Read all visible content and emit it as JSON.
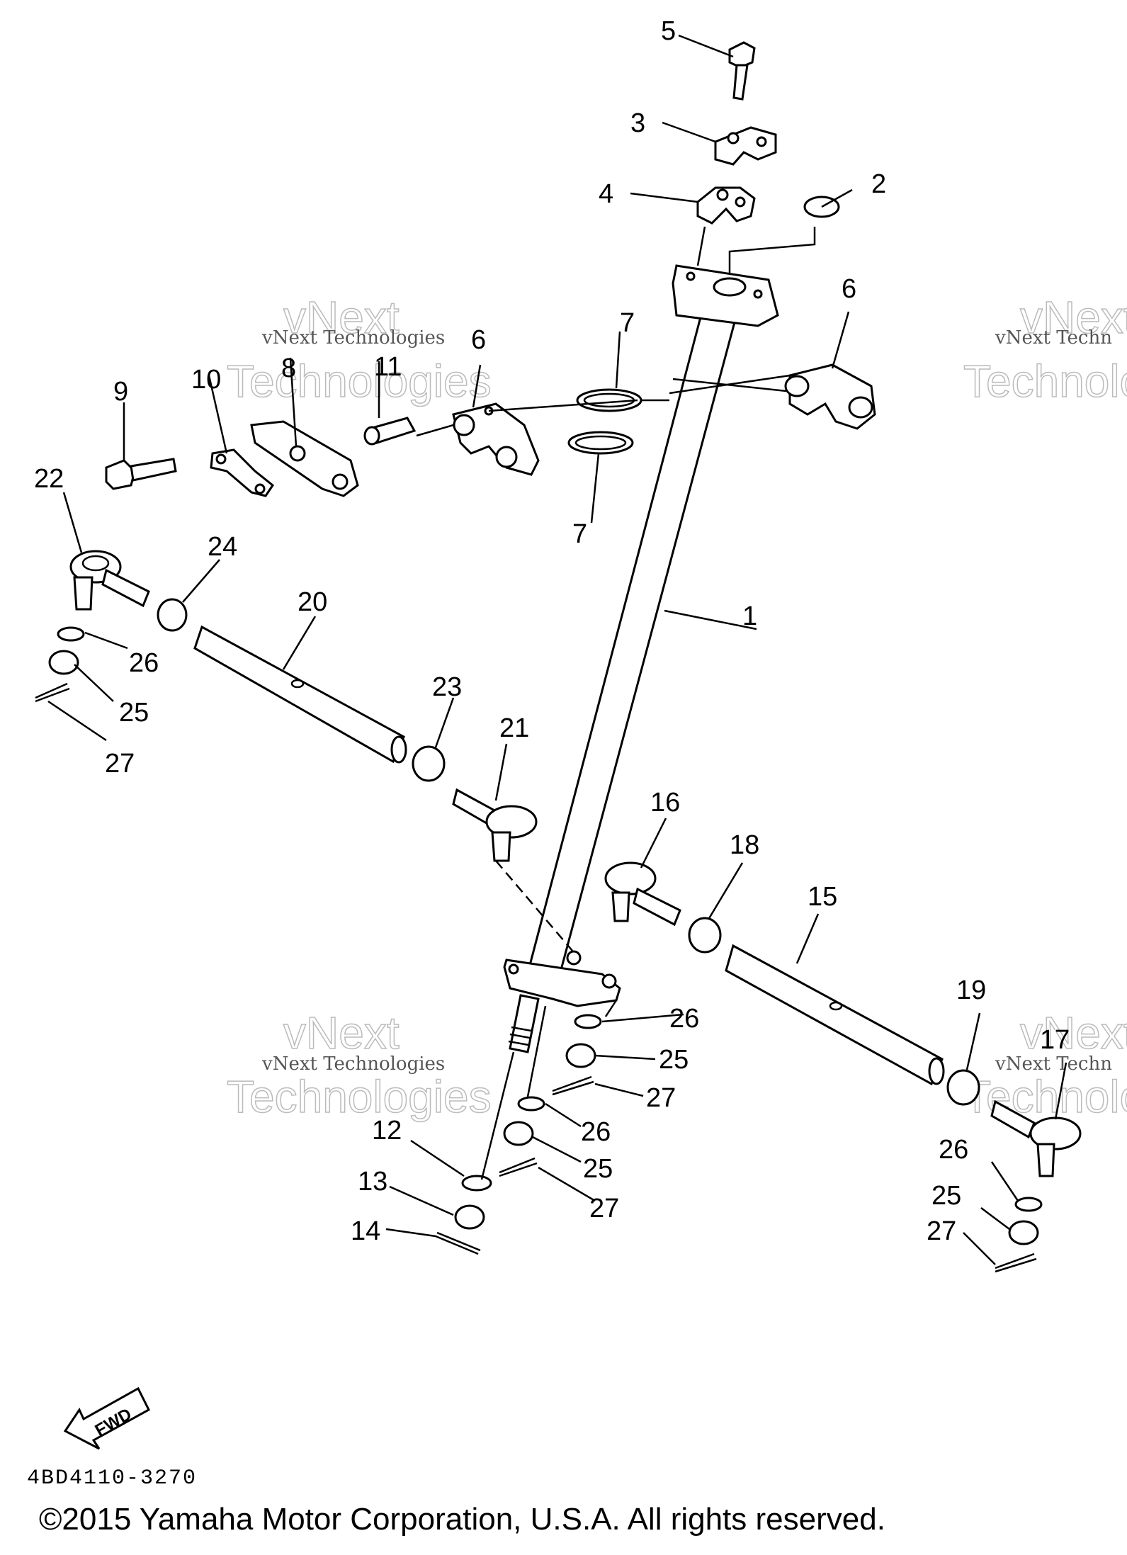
{
  "callouts": [
    {
      "id": "c1",
      "label": "1"
    },
    {
      "id": "c2",
      "label": "2"
    },
    {
      "id": "c3",
      "label": "3"
    },
    {
      "id": "c4",
      "label": "4"
    },
    {
      "id": "c5",
      "label": "5"
    },
    {
      "id": "c6a",
      "label": "6"
    },
    {
      "id": "c6b",
      "label": "6"
    },
    {
      "id": "c7a",
      "label": "7"
    },
    {
      "id": "c7b",
      "label": "7"
    },
    {
      "id": "c8",
      "label": "8"
    },
    {
      "id": "c9",
      "label": "9"
    },
    {
      "id": "c10",
      "label": "10"
    },
    {
      "id": "c11",
      "label": "11"
    },
    {
      "id": "c12",
      "label": "12"
    },
    {
      "id": "c13",
      "label": "13"
    },
    {
      "id": "c14",
      "label": "14"
    },
    {
      "id": "c15",
      "label": "15"
    },
    {
      "id": "c16",
      "label": "16"
    },
    {
      "id": "c17",
      "label": "17"
    },
    {
      "id": "c18",
      "label": "18"
    },
    {
      "id": "c19",
      "label": "19"
    },
    {
      "id": "c20",
      "label": "20"
    },
    {
      "id": "c21",
      "label": "21"
    },
    {
      "id": "c22",
      "label": "22"
    },
    {
      "id": "c23",
      "label": "23"
    },
    {
      "id": "c24",
      "label": "24"
    },
    {
      "id": "c25a",
      "label": "25"
    },
    {
      "id": "c25b",
      "label": "25"
    },
    {
      "id": "c25c",
      "label": "25"
    },
    {
      "id": "c25d",
      "label": "25"
    },
    {
      "id": "c26a",
      "label": "26"
    },
    {
      "id": "c26b",
      "label": "26"
    },
    {
      "id": "c26c",
      "label": "26"
    },
    {
      "id": "c26d",
      "label": "26"
    },
    {
      "id": "c27a",
      "label": "27"
    },
    {
      "id": "c27b",
      "label": "27"
    },
    {
      "id": "c27c",
      "label": "27"
    },
    {
      "id": "c27d",
      "label": "27"
    }
  ],
  "watermark": {
    "line1": "vNext",
    "line2": "Technologies",
    "small": "vNext Technologies",
    "small_cut": "vNext Techn"
  },
  "fwd_label": "FWD",
  "diagram_code": "4BD4110-3270",
  "copyright": "©2015 Yamaha Motor Corporation, U.S.A. All rights reserved."
}
